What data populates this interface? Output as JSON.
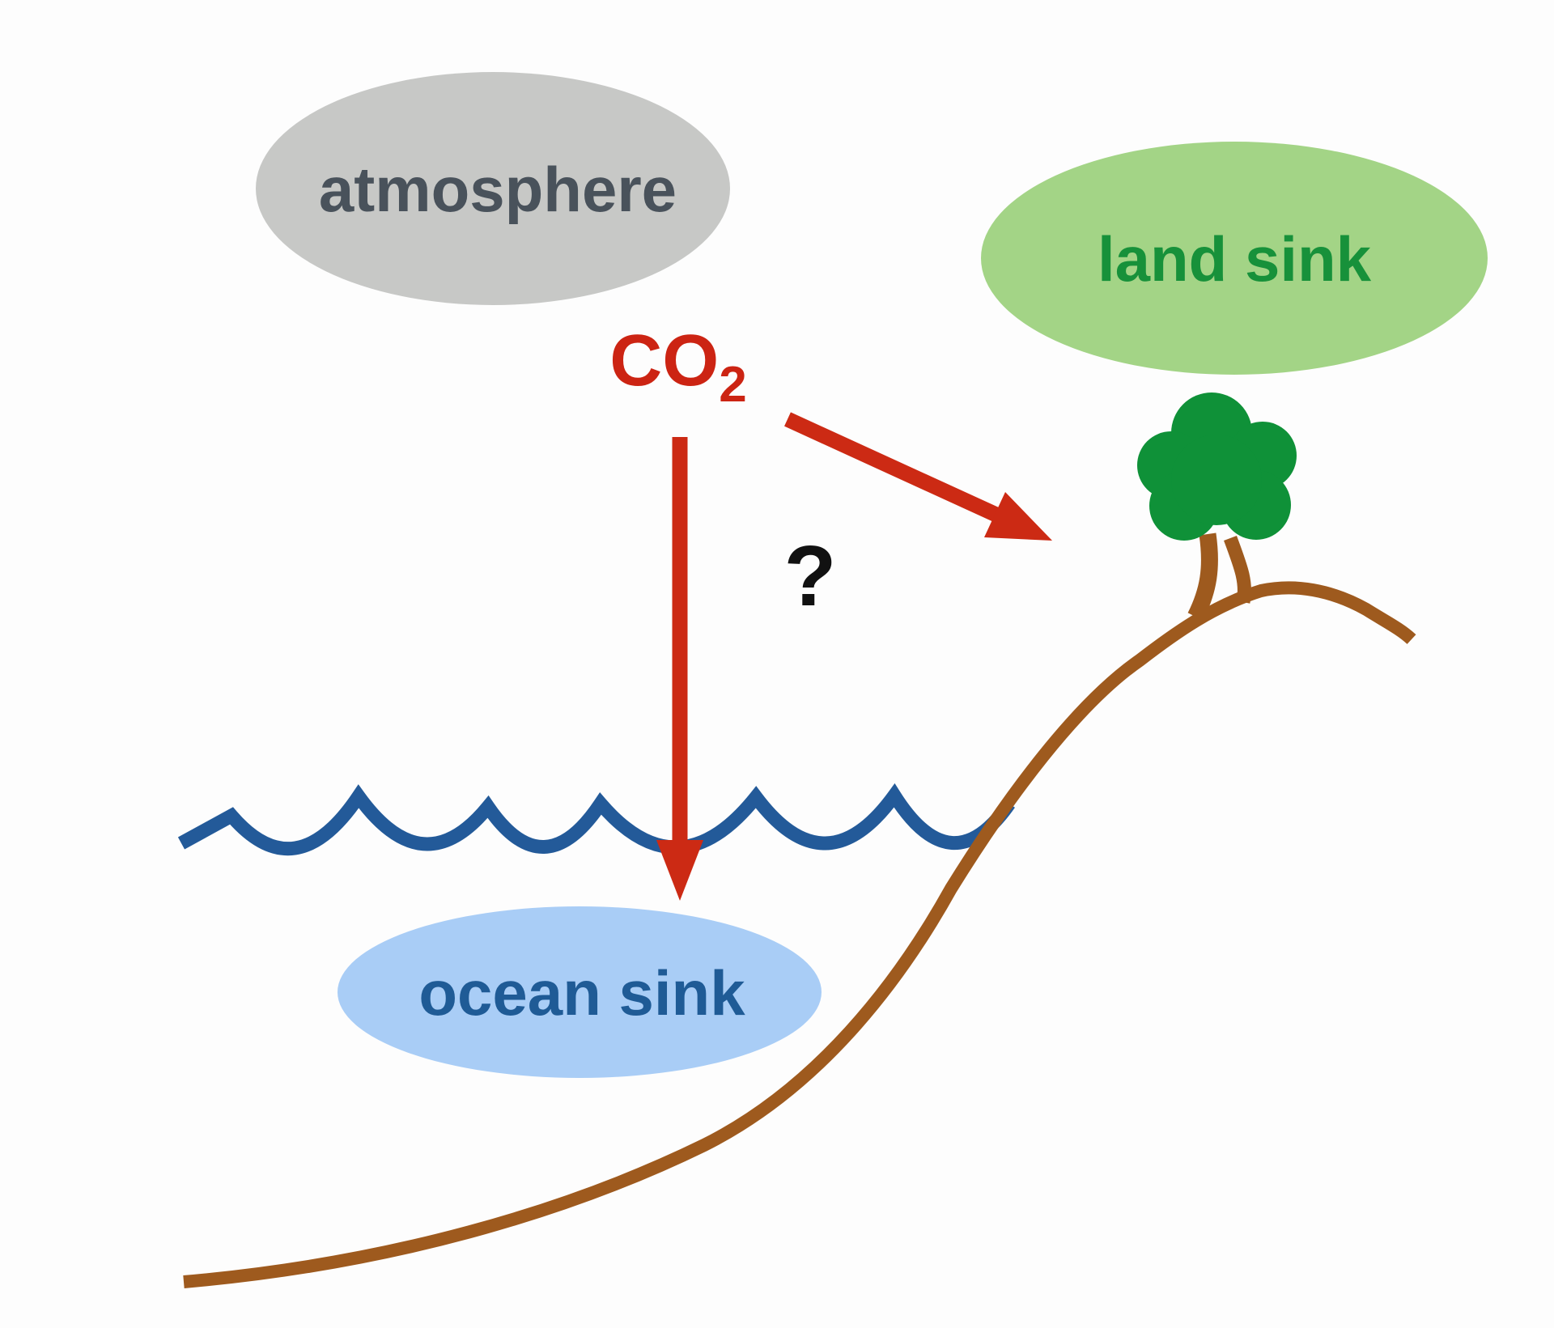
{
  "background_color": "#fdfdfd",
  "nodes": {
    "atmosphere": {
      "label": "atmosphere",
      "fill": "#c7c8c6",
      "text_color": "#49525b"
    },
    "land_sink": {
      "label": "land sink",
      "fill": "#a3d486",
      "text_color": "#17913a"
    },
    "ocean_sink": {
      "label": "ocean sink",
      "fill": "#a9cdf6",
      "text_color": "#1f5b96"
    }
  },
  "labels": {
    "co2_base": "CO",
    "co2_subscript": "2",
    "question_mark": "?"
  },
  "colors": {
    "co2_red": "#cc2413",
    "arrow_red": "#cc2a14",
    "question_black": "#111111",
    "wave_blue": "#235a99",
    "land_brown": "#9e5a1e",
    "tree_green": "#0f9138"
  },
  "flows": [
    {
      "from": "atmosphere",
      "label": "CO2",
      "to": "ocean_sink"
    },
    {
      "from": "atmosphere",
      "label": "CO2",
      "to": "land_sink"
    }
  ]
}
